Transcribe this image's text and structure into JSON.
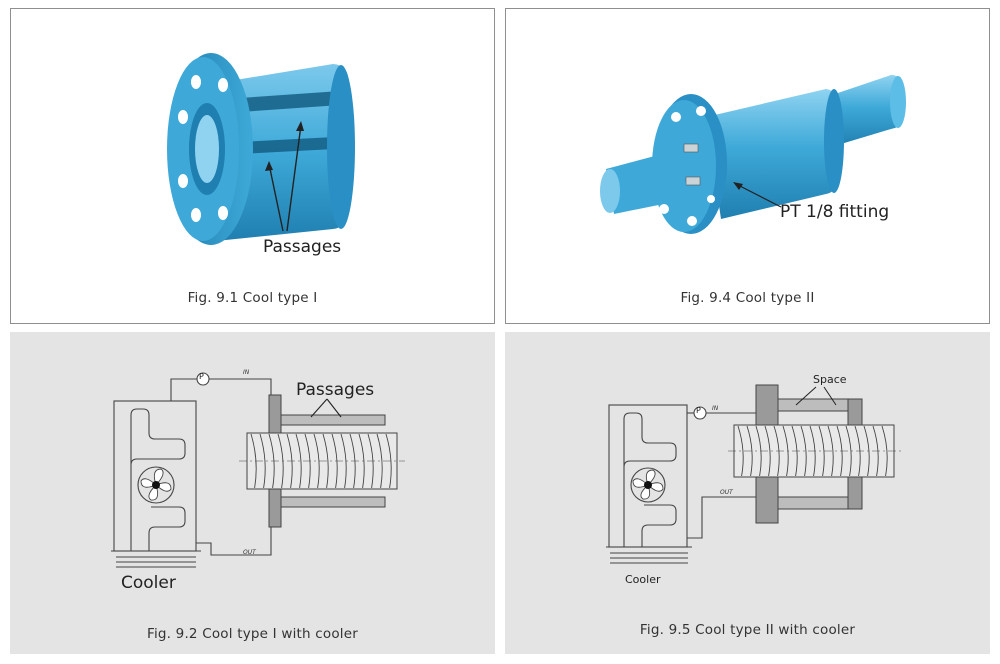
{
  "figures": [
    {
      "caption": "Fig. 9.1 Cool type I",
      "labels": {
        "passages": "Passages"
      }
    },
    {
      "caption": "Fig. 9.4 Cool type II",
      "labels": {
        "fitting": "PT 1/8 fitting"
      }
    },
    {
      "caption": "Fig. 9.2 Cool type I with cooler",
      "labels": {
        "passages": "Passages",
        "cooler": "Cooler",
        "pump": "P",
        "in": "IN",
        "out": "OUT"
      }
    },
    {
      "caption": "Fig. 9.5 Cool type II with cooler",
      "labels": {
        "space": "Space",
        "cooler": "Cooler",
        "pump": "P",
        "in": "IN",
        "out": "OUT"
      }
    }
  ],
  "colors": {
    "part_blue": "#3ea9d8",
    "part_dark": "#1f7fb0",
    "part_light": "#8fd3f1",
    "grey_panel": "#e4e4e4",
    "line": "#444444"
  }
}
